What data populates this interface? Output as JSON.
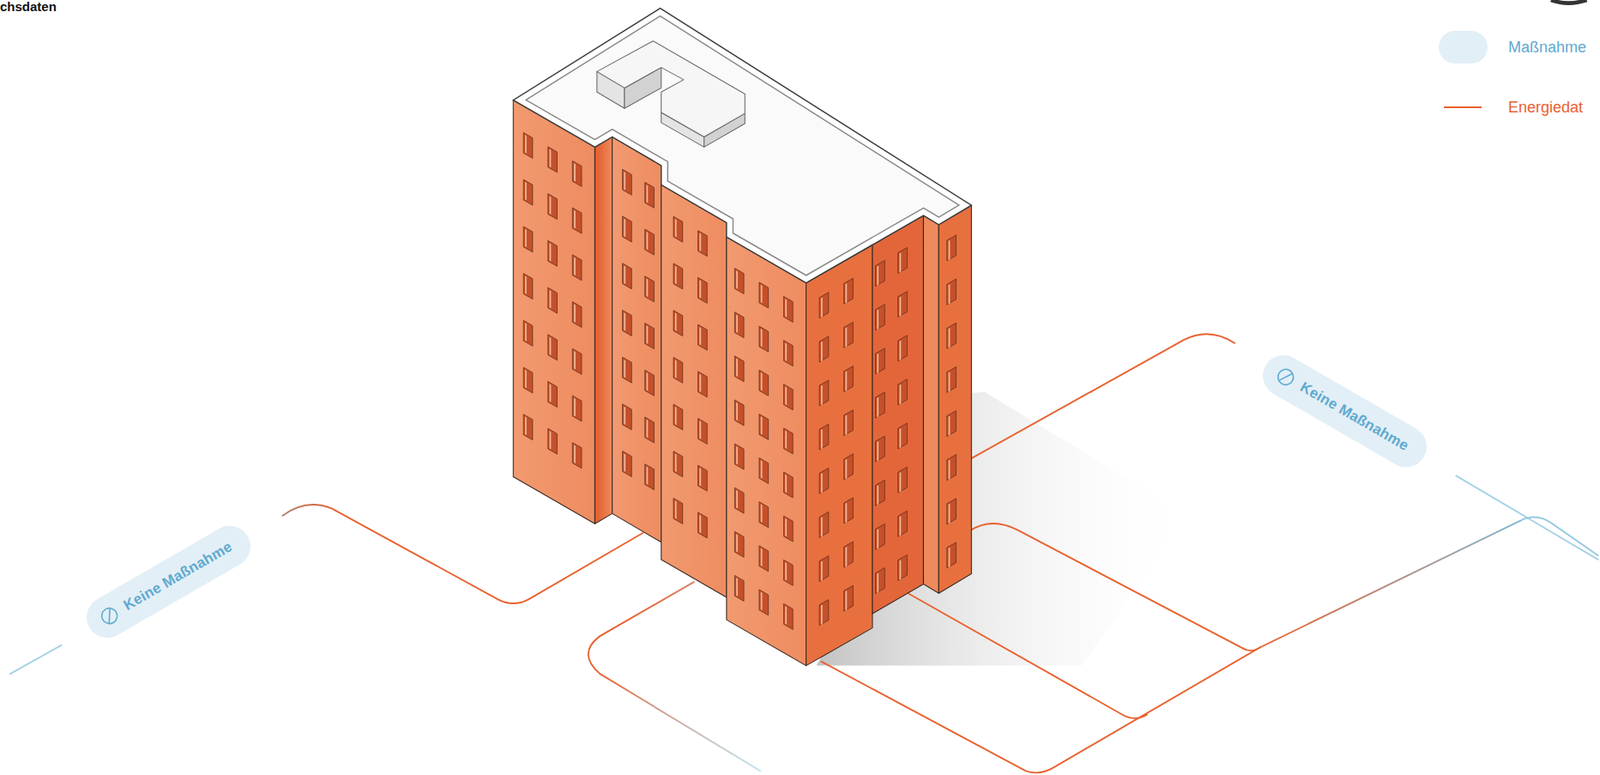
{
  "diagram": {
    "nodes": [
      {
        "text": [
          "Keine Maßnahme"
        ]
      },
      {
        "text": [
          "Keine Maßnahme"
        ]
      }
    ],
    "labels": [
      "chsdaten"
    ],
    "legend": [
      {
        "text": "Maßnahme",
        "color": "#e3eff6"
      },
      {
        "text": "Energiedat"
      }
    ]
  }
}
